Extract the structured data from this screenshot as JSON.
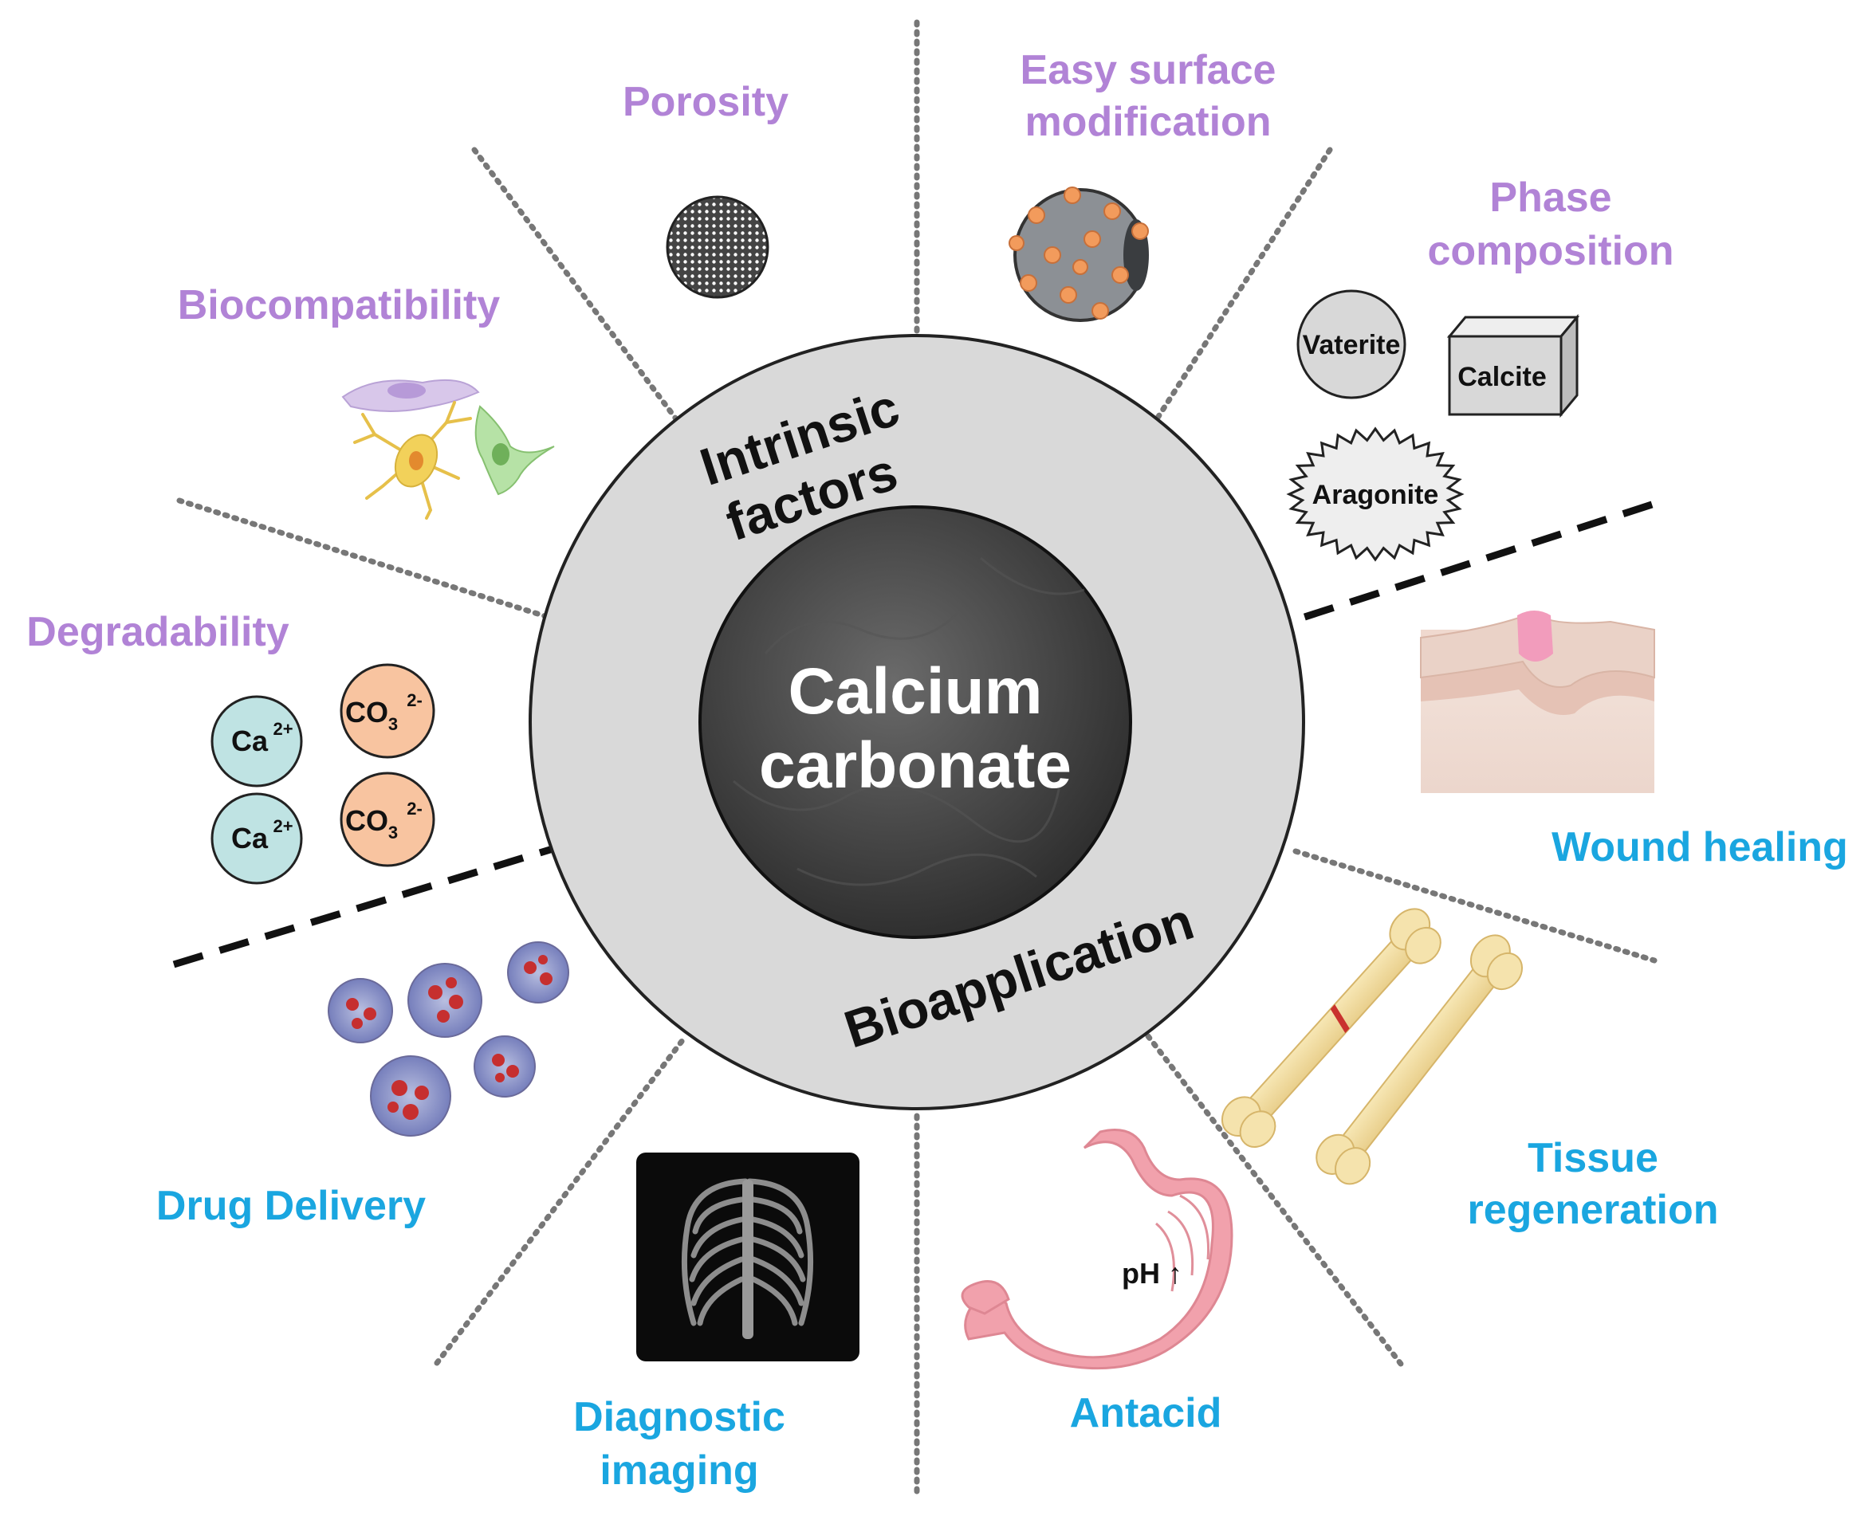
{
  "center": {
    "title_line1": "Calcium",
    "title_line2": "carbonate"
  },
  "ring": {
    "upper_line1": "Intrinsic",
    "upper_line2": "factors",
    "lower": "Bioapplication"
  },
  "intrinsic_factors": {
    "porosity": "Porosity",
    "surface_line1": "Easy surface",
    "surface_line2": "modification",
    "phase_line1": "Phase",
    "phase_line2": "composition",
    "biocompatibility": "Biocompatibility",
    "degradability": "Degradability"
  },
  "phases": {
    "vaterite": "Vaterite",
    "calcite": "Calcite",
    "aragonite": "Aragonite"
  },
  "ions": {
    "ca_base": "Ca",
    "ca_charge": "2+",
    "co3_base": "CO",
    "co3_sub": "3",
    "co3_charge": "2-"
  },
  "bioapplications": {
    "wound_healing": "Wound healing",
    "tissue_line1": "Tissue",
    "tissue_line2": "regeneration",
    "antacid": "Antacid",
    "diagnostic_line1": "Diagnostic",
    "diagnostic_line2": "imaging",
    "drug_delivery": "Drug Delivery"
  },
  "stomach_label": "pH ↑",
  "colors": {
    "intrinsic_label": "#b183d6",
    "application_label": "#1aa6e0",
    "ring_fill": "#d9d9d9",
    "core_fill": "#3d3d3d",
    "ca_ion": "#bfe3e3",
    "co3_ion": "#f8c4a0"
  }
}
